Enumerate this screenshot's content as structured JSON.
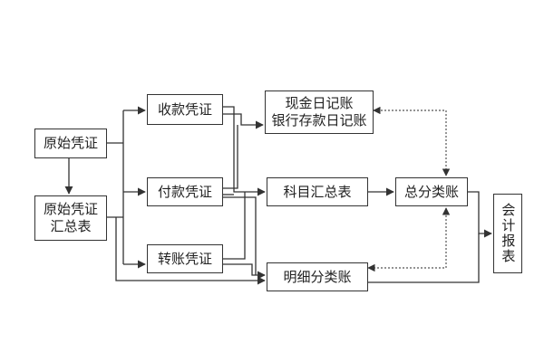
{
  "nodes": {
    "yuanshi_pingzheng": "原始凭证",
    "huizong_line1": "原始凭证",
    "huizong_line2": "汇总表",
    "shoukuan": "收款凭证",
    "fukuan": "付款凭证",
    "zhuanzhang": "转账凭证",
    "rijizhang_line1": "现金日记账",
    "rijizhang_line2": "银行存款日记账",
    "kemu_huizong": "科目汇总表",
    "mingxi": "明细分类账",
    "zong_fenlei": "总分类账",
    "kuaiji_baobiao": "会计报表"
  },
  "colors": {
    "line": "#333333",
    "dotted": "#555555",
    "text": "#222222"
  }
}
